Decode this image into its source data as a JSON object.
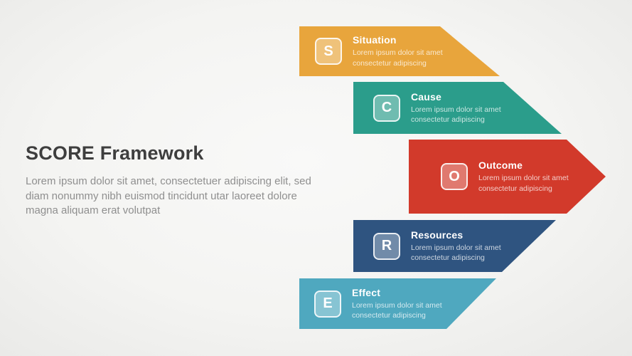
{
  "intro": {
    "title": "SCORE Framework",
    "description": "Lorem ipsum dolor sit amet, consectetuer adipiscing elit, sed diam nonummy nibh euismod tincidunt utar laoreet dolore magna aliquam erat volutpat"
  },
  "steps": [
    {
      "letter": "S",
      "title": "Situation",
      "desc": "Lorem ipsum dolor sit amet consectetur adipiscing",
      "color": "#E8A53C"
    },
    {
      "letter": "C",
      "title": "Cause",
      "desc": "Lorem ipsum dolor sit amet consectetur adipiscing",
      "color": "#2B9D8B"
    },
    {
      "letter": "O",
      "title": "Outcome",
      "desc": "Lorem ipsum dolor sit amet consectetur adipiscing",
      "color": "#D23A2B"
    },
    {
      "letter": "R",
      "title": "Resources",
      "desc": "Lorem ipsum dolor sit amet consectetur adipiscing",
      "color": "#2F5480"
    },
    {
      "letter": "E",
      "title": "Effect",
      "desc": "Lorem ipsum dolor sit amet consectetur adipiscing",
      "color": "#4FA8BF"
    }
  ],
  "colors": {
    "background_center": "#f9f9f8",
    "background_edge": "#e9e9e7",
    "title_text": "#3e3e3e",
    "body_text": "#8f8f8f"
  }
}
